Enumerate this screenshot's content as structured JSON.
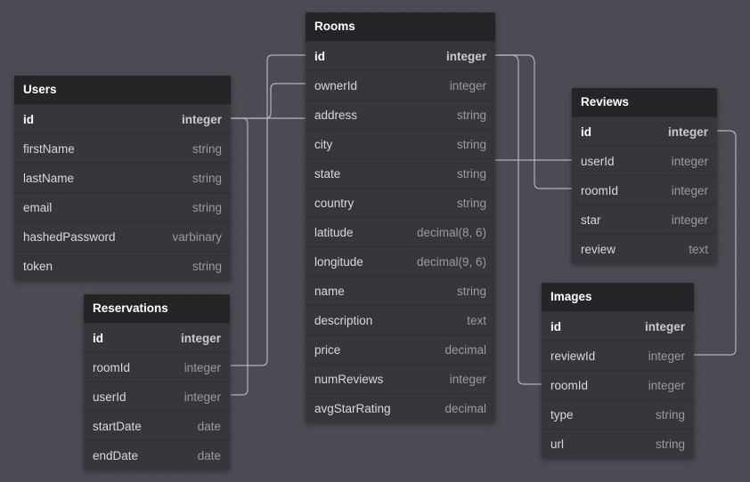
{
  "tables": [
    {
      "id": "rooms",
      "name": "Rooms",
      "columns": [
        {
          "name": "id",
          "type": "integer",
          "pk": true
        },
        {
          "name": "ownerId",
          "type": "integer"
        },
        {
          "name": "address",
          "type": "string"
        },
        {
          "name": "city",
          "type": "string"
        },
        {
          "name": "state",
          "type": "string"
        },
        {
          "name": "country",
          "type": "string"
        },
        {
          "name": "latitude",
          "type": "decimal(8, 6)"
        },
        {
          "name": "longitude",
          "type": "decimal(9, 6)"
        },
        {
          "name": "name",
          "type": "string"
        },
        {
          "name": "description",
          "type": "text"
        },
        {
          "name": "price",
          "type": "decimal"
        },
        {
          "name": "numReviews",
          "type": "integer"
        },
        {
          "name": "avgStarRating",
          "type": "decimal"
        }
      ]
    },
    {
      "id": "users",
      "name": "Users",
      "columns": [
        {
          "name": "id",
          "type": "integer",
          "pk": true
        },
        {
          "name": "firstName",
          "type": "string"
        },
        {
          "name": "lastName",
          "type": "string"
        },
        {
          "name": "email",
          "type": "string"
        },
        {
          "name": "hashedPassword",
          "type": "varbinary"
        },
        {
          "name": "token",
          "type": "string"
        }
      ]
    },
    {
      "id": "reservations",
      "name": "Reservations",
      "columns": [
        {
          "name": "id",
          "type": "integer",
          "pk": true
        },
        {
          "name": "roomId",
          "type": "integer"
        },
        {
          "name": "userId",
          "type": "integer"
        },
        {
          "name": "startDate",
          "type": "date"
        },
        {
          "name": "endDate",
          "type": "date"
        }
      ]
    },
    {
      "id": "reviews",
      "name": "Reviews",
      "columns": [
        {
          "name": "id",
          "type": "integer",
          "pk": true
        },
        {
          "name": "userId",
          "type": "integer"
        },
        {
          "name": "roomId",
          "type": "integer"
        },
        {
          "name": "star",
          "type": "integer"
        },
        {
          "name": "review",
          "type": "text"
        }
      ]
    },
    {
      "id": "images",
      "name": "Images",
      "columns": [
        {
          "name": "id",
          "type": "integer",
          "pk": true
        },
        {
          "name": "reviewId",
          "type": "integer"
        },
        {
          "name": "roomId",
          "type": "integer"
        },
        {
          "name": "type",
          "type": "string"
        },
        {
          "name": "url",
          "type": "string"
        }
      ]
    }
  ],
  "relations": [
    {
      "from": "rooms.ownerId",
      "to": "users.id"
    },
    {
      "from": "reservations.userId",
      "to": "users.id"
    },
    {
      "from": "reviews.userId",
      "to": "users.id"
    },
    {
      "from": "reservations.roomId",
      "to": "rooms.id"
    },
    {
      "from": "reviews.roomId",
      "to": "rooms.id"
    },
    {
      "from": "images.roomId",
      "to": "rooms.id"
    },
    {
      "from": "images.reviewId",
      "to": "reviews.id"
    }
  ],
  "colors": {
    "background": "#4a4b53",
    "table_body": "#36373d",
    "table_header": "#242527",
    "connector": "#b4b5bb"
  }
}
